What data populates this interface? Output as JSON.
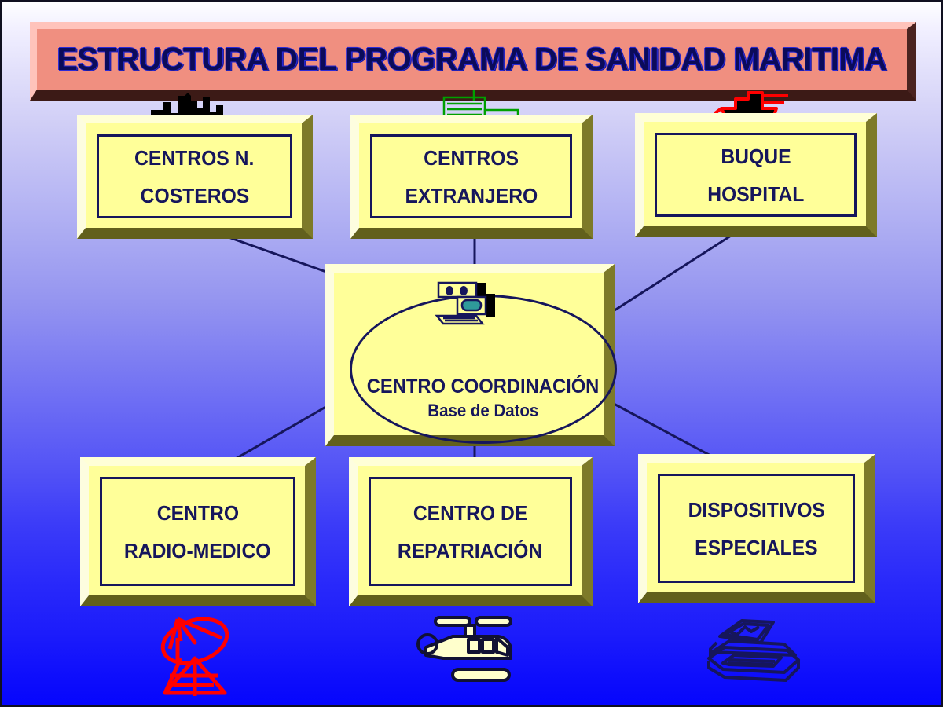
{
  "slide": {
    "title": "ESTRUCTURA DEL PROGRAMA DE SANIDAD MARITIMA",
    "background_top_color": "#ffffff",
    "background_bottom_color": "#0505fd",
    "banner_face_color": "#f08f80",
    "node_fill_color": "#ffff99",
    "node_text_color": "#16165c",
    "connector_color": "#16165c"
  },
  "nodes": {
    "costeros": {
      "line1": "CENTROS N.",
      "line2": "COSTEROS",
      "icon": "city-skyline-icon"
    },
    "extranjero": {
      "line1": "CENTROS",
      "line2": "EXTRANJERO",
      "icon": "hospital-building-icon"
    },
    "buque": {
      "line1": "BUQUE",
      "line2": "HOSPITAL",
      "icon": "ship-icon"
    },
    "centro": {
      "line1": "CENTRO COORDINACIÓN",
      "line2": "Base de Datos",
      "icon": "computer-icon"
    },
    "radio": {
      "line1": "CENTRO",
      "line2": "RADIO-MEDICO",
      "icon": "satellite-dish-icon"
    },
    "repatriacion": {
      "line1": "CENTRO DE",
      "line2": "REPATRIACIÓN",
      "icon": "helicopter-icon"
    },
    "dispositivos": {
      "line1": "DISPOSITIVOS",
      "line2": "ESPECIALES",
      "icon": "typewriter-icon"
    }
  },
  "icons": {
    "city_skyline": "city-skyline-icon",
    "hospital_building": "hospital-building-icon",
    "ship": "ship-icon",
    "computer": "computer-icon",
    "satellite_dish": "satellite-dish-icon",
    "helicopter": "helicopter-icon",
    "typewriter": "typewriter-icon"
  },
  "connections": [
    {
      "from": "centro",
      "to": "costeros"
    },
    {
      "from": "centro",
      "to": "extranjero"
    },
    {
      "from": "centro",
      "to": "buque"
    },
    {
      "from": "centro",
      "to": "radio"
    },
    {
      "from": "centro",
      "to": "repatriacion"
    },
    {
      "from": "centro",
      "to": "dispositivos"
    }
  ]
}
